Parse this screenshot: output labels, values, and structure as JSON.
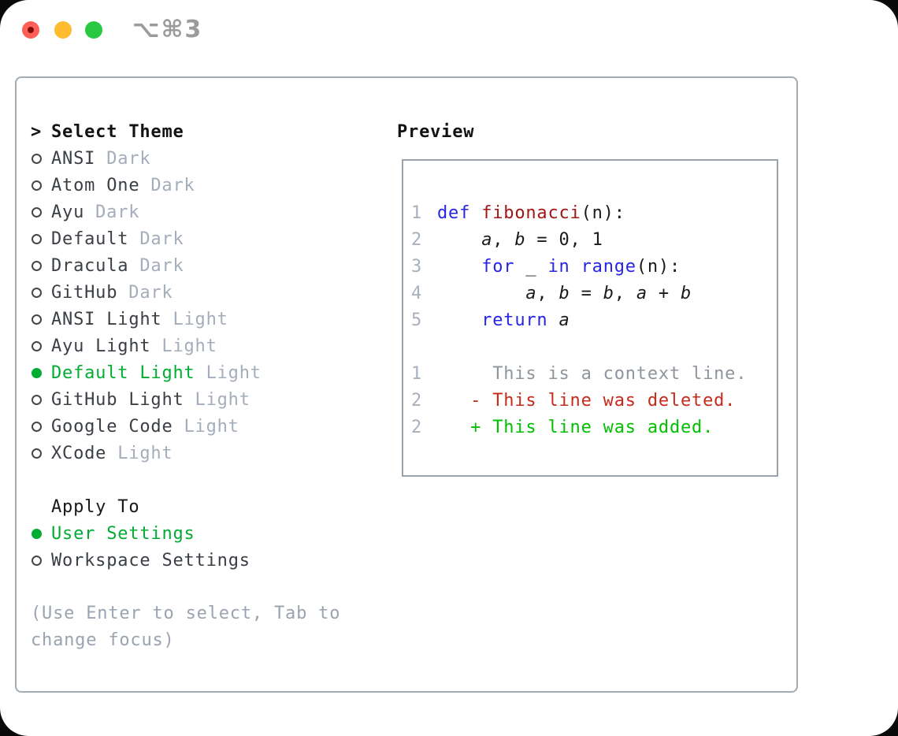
{
  "window": {
    "title": "⌥⌘3",
    "buttons": {
      "close": "close",
      "minimize": "minimize",
      "zoom": "zoom"
    }
  },
  "colors": {
    "accent_green": "#00ad32",
    "added_green": "#00c000",
    "deleted_red": "#c7291b",
    "keyword_blue": "#2525e6",
    "function_red": "#a31515",
    "muted_gray": "#a4adbb",
    "context_gray": "#8e959c",
    "text_dark": "#3a3e45",
    "heading_black": "#121212",
    "line_number_gray": "#a7b0be",
    "help_gray": "#9aa3b0",
    "panel_border": "#a3abb4",
    "preview_border": "#9aa2ab",
    "traffic_red": "#ff5f57",
    "traffic_yellow": "#febc2e",
    "traffic_green": "#28c840"
  },
  "theme_selector": {
    "cursor": ">",
    "header": "Select Theme",
    "items": [
      {
        "name": "ANSI",
        "variant": "Dark",
        "selected": false
      },
      {
        "name": "Atom One",
        "variant": "Dark",
        "selected": false
      },
      {
        "name": "Ayu",
        "variant": "Dark",
        "selected": false
      },
      {
        "name": "Default",
        "variant": "Dark",
        "selected": false
      },
      {
        "name": "Dracula",
        "variant": "Dark",
        "selected": false
      },
      {
        "name": "GitHub",
        "variant": "Dark",
        "selected": false
      },
      {
        "name": "ANSI Light",
        "variant": "Light",
        "selected": false
      },
      {
        "name": "Ayu Light",
        "variant": "Light",
        "selected": false
      },
      {
        "name": "Default Light",
        "variant": "Light",
        "selected": true
      },
      {
        "name": "GitHub Light",
        "variant": "Light",
        "selected": false
      },
      {
        "name": "Google Code",
        "variant": "Light",
        "selected": false
      },
      {
        "name": "XCode",
        "variant": "Light",
        "selected": false
      }
    ]
  },
  "apply_to": {
    "header": "Apply To",
    "options": [
      {
        "label": "User Settings",
        "selected": true
      },
      {
        "label": "Workspace Settings",
        "selected": false
      }
    ]
  },
  "help_text": "(Use Enter to select, Tab to change focus)",
  "preview": {
    "header": "Preview",
    "lines": [
      {
        "num": "1",
        "tokens": [
          {
            "t": "def",
            "s": "kw"
          },
          {
            "t": " ",
            "s": "plain"
          },
          {
            "t": "fibonacci",
            "s": "fn"
          },
          {
            "t": "(n):",
            "s": "plain"
          }
        ]
      },
      {
        "num": "2",
        "tokens": [
          {
            "t": "    ",
            "s": "plain"
          },
          {
            "t": "a",
            "s": "var"
          },
          {
            "t": ", ",
            "s": "plain"
          },
          {
            "t": "b",
            "s": "var"
          },
          {
            "t": " = 0, 1",
            "s": "plain"
          }
        ]
      },
      {
        "num": "3",
        "tokens": [
          {
            "t": "    ",
            "s": "plain"
          },
          {
            "t": "for",
            "s": "kw"
          },
          {
            "t": " _ ",
            "s": "plain"
          },
          {
            "t": "in",
            "s": "kw"
          },
          {
            "t": " ",
            "s": "plain"
          },
          {
            "t": "range",
            "s": "kw"
          },
          {
            "t": "(n):",
            "s": "plain"
          }
        ]
      },
      {
        "num": "4",
        "tokens": [
          {
            "t": "        ",
            "s": "plain"
          },
          {
            "t": "a",
            "s": "var"
          },
          {
            "t": ", ",
            "s": "plain"
          },
          {
            "t": "b",
            "s": "var"
          },
          {
            "t": " = ",
            "s": "plain"
          },
          {
            "t": "b",
            "s": "var"
          },
          {
            "t": ", ",
            "s": "plain"
          },
          {
            "t": "a",
            "s": "var"
          },
          {
            "t": " + ",
            "s": "plain"
          },
          {
            "t": "b",
            "s": "var"
          }
        ]
      },
      {
        "num": "5",
        "tokens": [
          {
            "t": "    ",
            "s": "plain"
          },
          {
            "t": "return",
            "s": "kw"
          },
          {
            "t": " ",
            "s": "plain"
          },
          {
            "t": "a",
            "s": "var"
          }
        ]
      },
      {
        "num": "",
        "tokens": []
      },
      {
        "num": "1",
        "tokens": [
          {
            "t": "     This is a context line.",
            "s": "ctx"
          }
        ]
      },
      {
        "num": "2",
        "tokens": [
          {
            "t": "   - This line was deleted.",
            "s": "del"
          }
        ]
      },
      {
        "num": "2",
        "tokens": [
          {
            "t": "   + This line was added.",
            "s": "add"
          }
        ]
      }
    ]
  }
}
